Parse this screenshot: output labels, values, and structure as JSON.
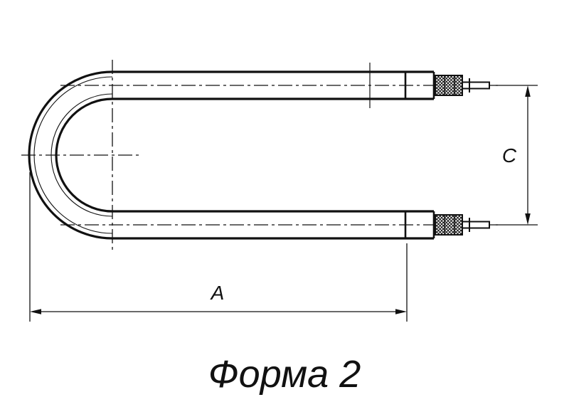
{
  "drawing": {
    "caption": "Форма 2",
    "dimensions": {
      "length_label": "A",
      "spacing_label": "C"
    },
    "colors": {
      "line": "#111111",
      "background": "#ffffff"
    }
  }
}
